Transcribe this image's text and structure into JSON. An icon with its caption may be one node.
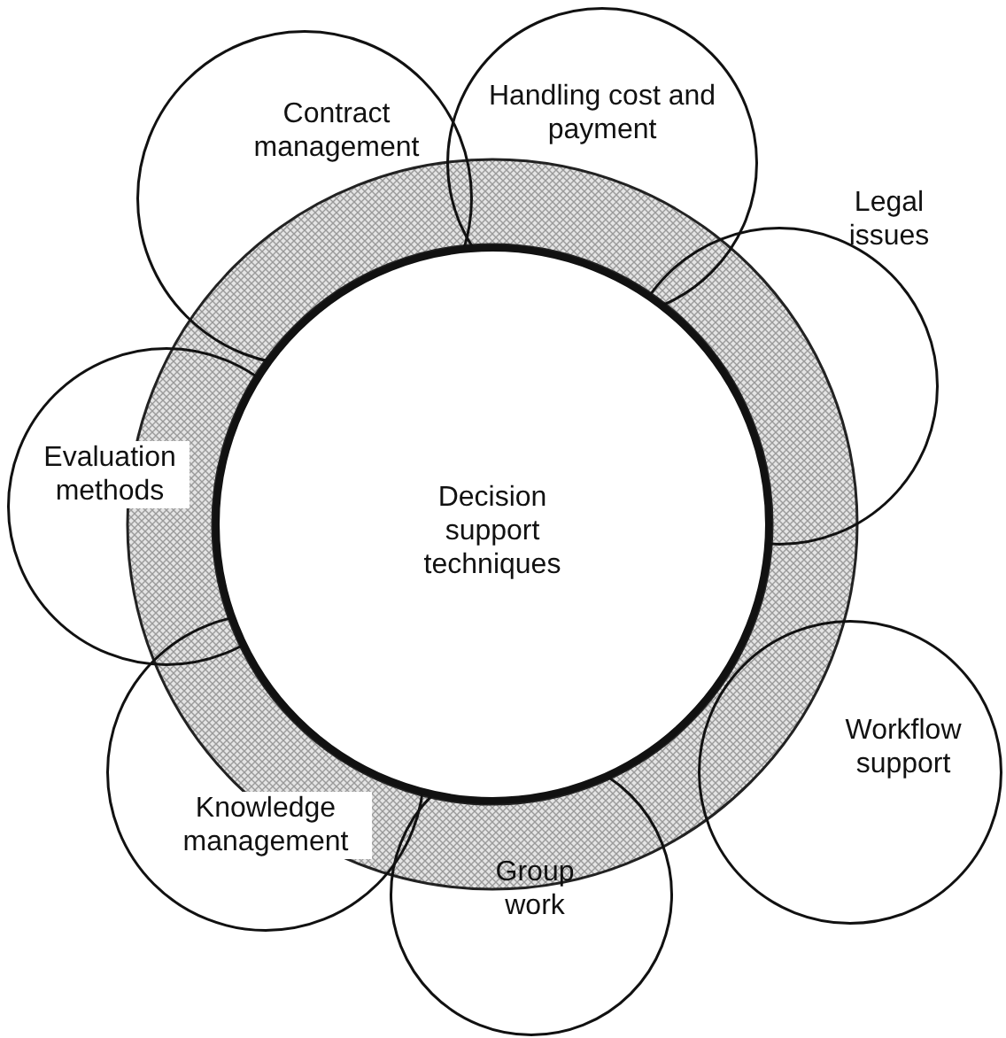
{
  "diagram": {
    "nodes": [
      {
        "text": [],
        "shape": "ring"
      },
      {
        "text": [
          "Decision support techniques"
        ],
        "in": 0
      },
      {
        "text": [
          "Contract management"
        ]
      },
      {
        "text": [
          "Handling cost and payment"
        ]
      },
      {
        "text": [
          "Legal issues"
        ]
      },
      {
        "text": [
          "Evaluation methods"
        ]
      },
      {
        "text": [
          "Workflow support"
        ]
      },
      {
        "text": [
          "Knowledge management"
        ]
      },
      {
        "text": [
          "Group work"
        ]
      }
    ]
  }
}
